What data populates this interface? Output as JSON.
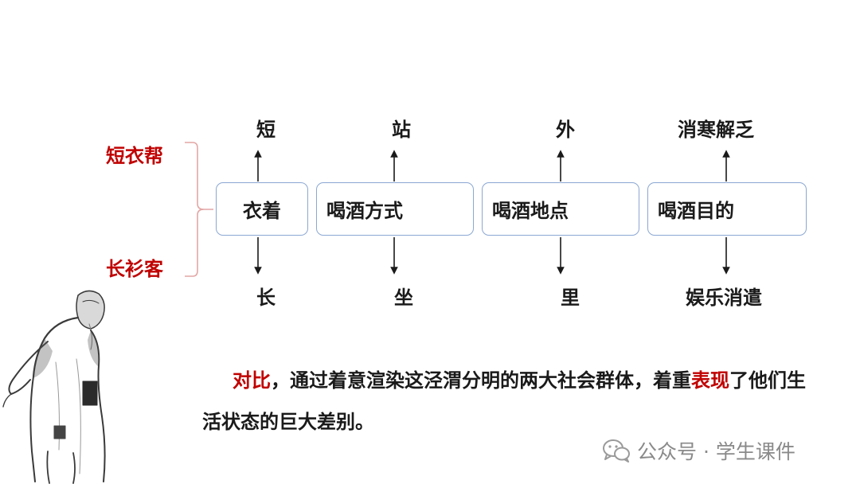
{
  "left_labels": {
    "top": "短衣帮",
    "bottom": "长衫客"
  },
  "columns": [
    {
      "box": "衣着",
      "top": "短",
      "bottom": "长"
    },
    {
      "box": "喝酒方式",
      "top": "站",
      "bottom": "坐"
    },
    {
      "box": "喝酒地点",
      "top": "外",
      "bottom": "里"
    },
    {
      "box": "喝酒目的",
      "top": "消寒解乏",
      "bottom": "娱乐消遣"
    }
  ],
  "paragraph": {
    "highlight1": "对比",
    "text1": "，通过着意渲染这泾渭分明的两大社会群体，着重",
    "highlight2": "表现",
    "text2": "了他们生活状态的巨大差别。"
  },
  "watermark": {
    "text": "公众号 · 学生课件",
    "icon": "wechat-icon"
  },
  "colors": {
    "accent_red": "#c00000",
    "box_border": "#8ba7d3",
    "text": "#1a1a1a"
  }
}
